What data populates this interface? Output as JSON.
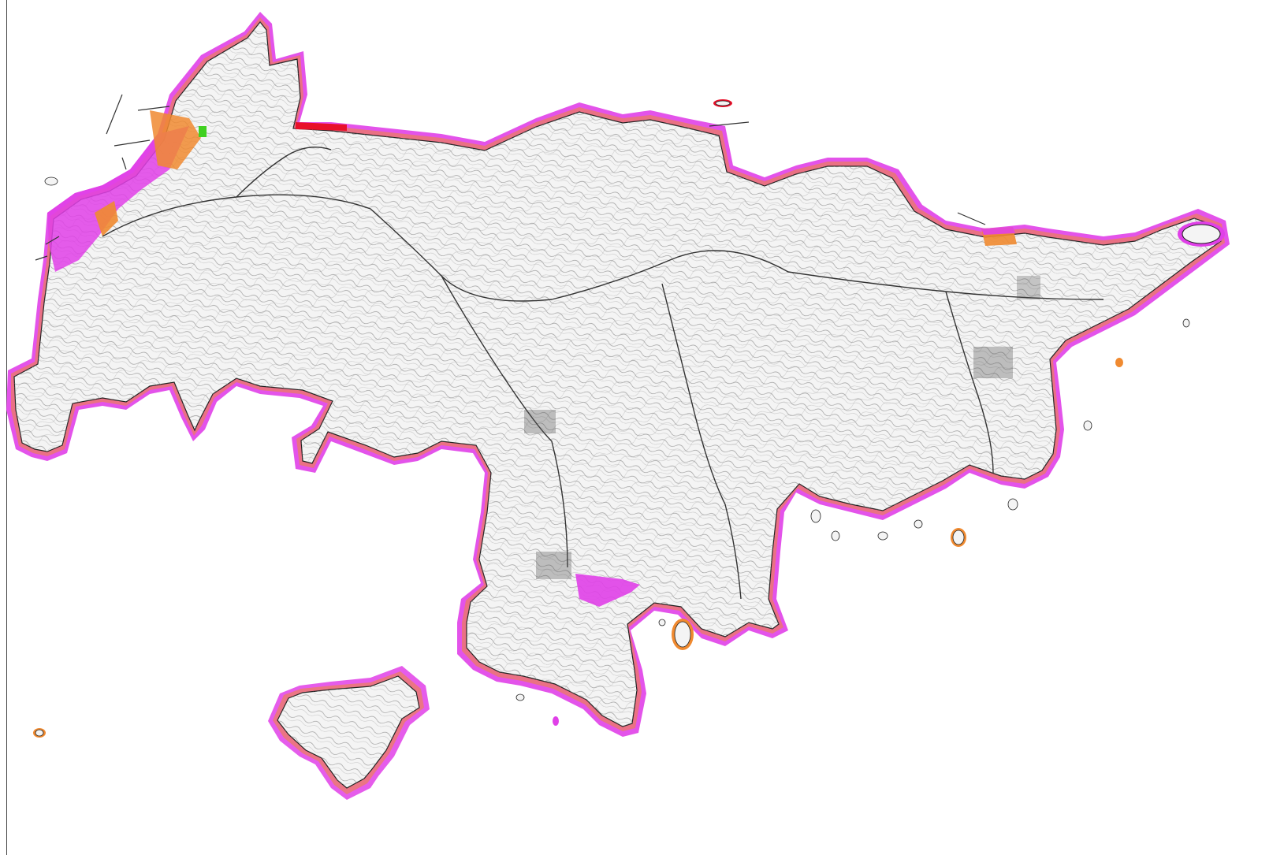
{
  "map": {
    "type": "topographic island map with coastal hazard overlay",
    "colors": {
      "land_fill": "#f2f2f2",
      "contour": "#7a7a7a",
      "coast_line": "#222222",
      "hazard_magenta": "#e040e8",
      "hazard_orange": "#f08a30",
      "hazard_red": "#e8102a",
      "hazard_green": "#40d020",
      "hazard_yellow": "#f0e020"
    },
    "icons": [
      "land-mass",
      "islet",
      "coastal-hazard-band",
      "contour-lines",
      "road"
    ]
  }
}
